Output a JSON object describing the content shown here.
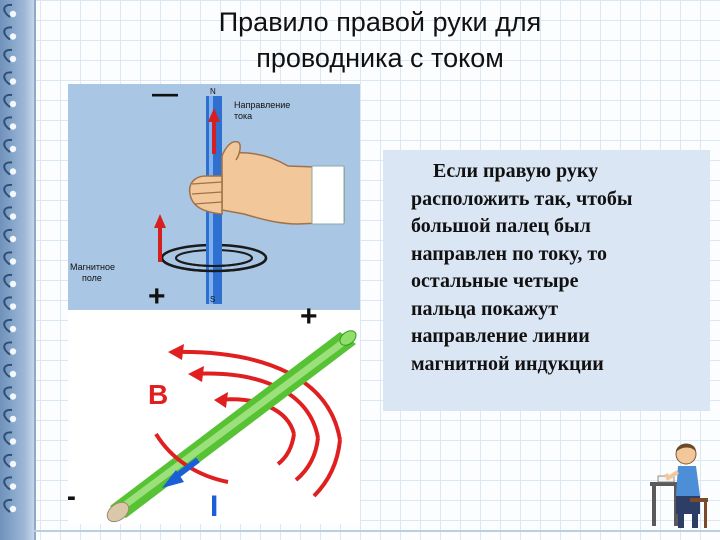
{
  "title": {
    "line1": "Правило правой руки для",
    "line2": "проводника с током"
  },
  "top_image": {
    "top_sign": "—",
    "bottom_sign": "+",
    "label_n": "N",
    "label_s": "S",
    "current_label_line1": "Направление",
    "current_label_line2": "тока",
    "field_label_line1": "Магнитное",
    "field_label_line2": "поле"
  },
  "bottom_image": {
    "plus_sign": "+",
    "minus_sign": "-",
    "label_b": "B",
    "label_i": "I"
  },
  "rule_text": {
    "lines": [
      "Если правую руку",
      "расположить так, чтобы",
      "большой палец был",
      "направлен по току, то",
      "остальные четыре",
      "пальца покажут",
      "направление линии",
      "магнитной индукции"
    ]
  },
  "colors": {
    "rod_blue": "#2f6fd0",
    "arrow_red": "#d42020",
    "rod_green": "#56c234",
    "field_line_red": "#e02020",
    "current_arrow_blue": "#1a5fd8",
    "text_box_bg": "#dbe6f4"
  }
}
